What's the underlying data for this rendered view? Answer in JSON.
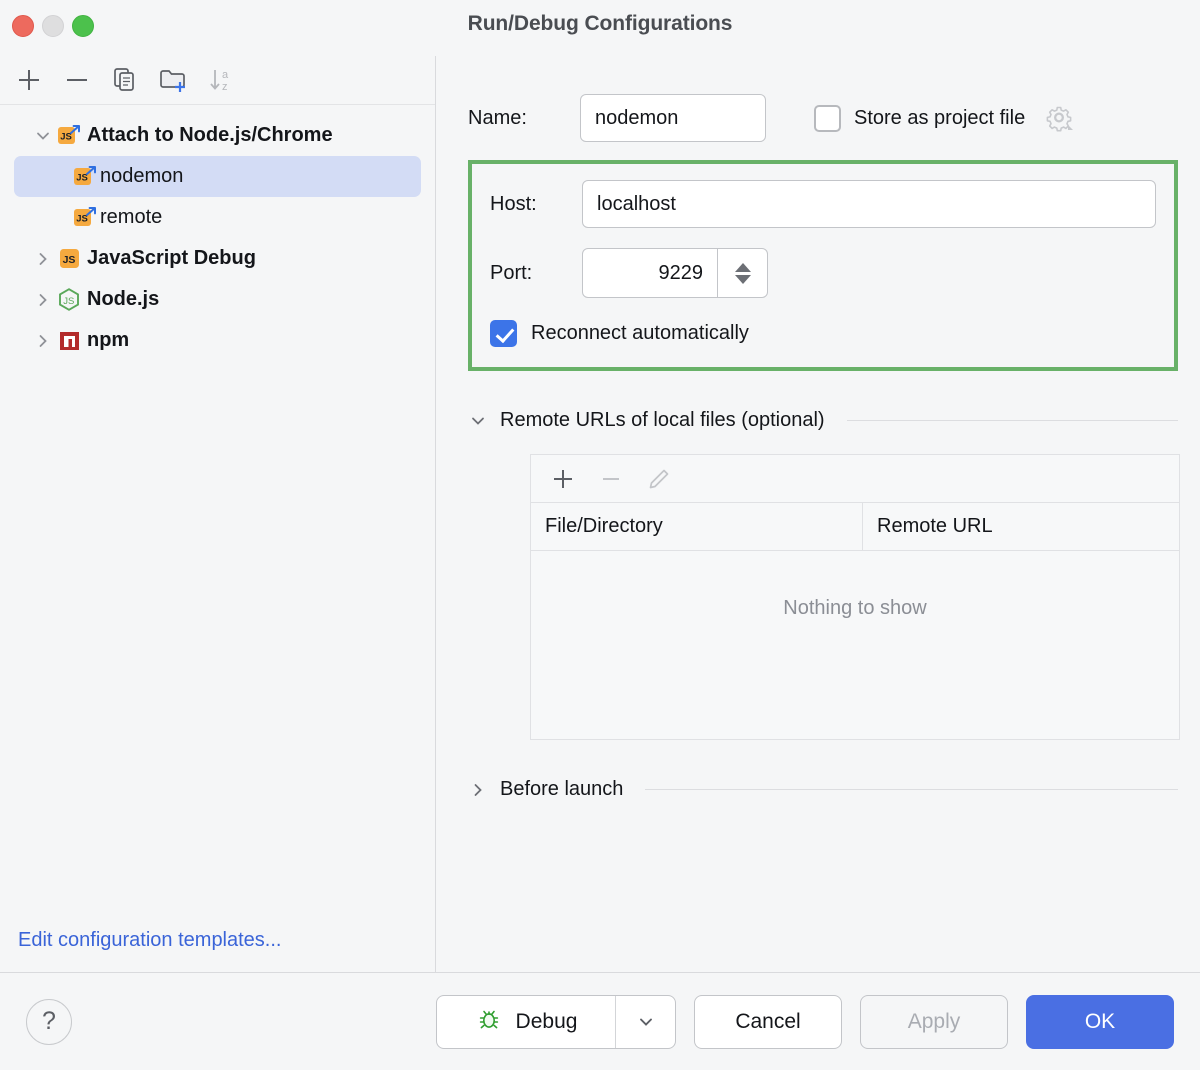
{
  "window": {
    "title": "Run/Debug Configurations",
    "traffic_lights": [
      "close-red",
      "minimize-gray",
      "zoom-green"
    ]
  },
  "sidebar": {
    "toolbar": [
      {
        "name": "add",
        "icon": "plus-icon",
        "label": "+"
      },
      {
        "name": "remove",
        "icon": "minus-icon",
        "label": "−"
      },
      {
        "name": "copy",
        "icon": "copy-icon",
        "label": "Copy Configuration"
      },
      {
        "name": "new-folder",
        "icon": "folder-add-icon",
        "label": "Create New Folder"
      },
      {
        "name": "sort",
        "icon": "sort-alphabetically-icon",
        "label": "Sort Configurations"
      }
    ],
    "tree": [
      {
        "label": "Attach to Node.js/Chrome",
        "icon": "js-attach-icon",
        "expanded": true,
        "level": 0,
        "bold": true,
        "selected": false
      },
      {
        "label": "nodemon",
        "icon": "js-attach-icon",
        "level": 1,
        "bold": false,
        "selected": true
      },
      {
        "label": "remote",
        "icon": "js-attach-icon",
        "level": 1,
        "bold": false,
        "selected": false
      },
      {
        "label": "JavaScript Debug",
        "icon": "js-icon",
        "expanded": false,
        "level": 0,
        "bold": true,
        "selected": false
      },
      {
        "label": "Node.js",
        "icon": "nodejs-icon",
        "expanded": false,
        "level": 0,
        "bold": true,
        "selected": false
      },
      {
        "label": "npm",
        "icon": "npm-icon",
        "expanded": false,
        "level": 0,
        "bold": true,
        "selected": false
      }
    ],
    "edit_templates_link": "Edit configuration templates..."
  },
  "form": {
    "name_label": "Name:",
    "name_value": "nodemon",
    "store_as_project_file_label": "Store as project file",
    "store_as_project_file_checked": false,
    "connection": {
      "host_label": "Host:",
      "host_value": "localhost",
      "port_label": "Port:",
      "port_value": "9229",
      "reconnect_label": "Reconnect automatically",
      "reconnect_checked": true,
      "highlight_color": "#68b168"
    },
    "remote_urls": {
      "section_title": "Remote URLs of local files (optional)",
      "expanded": true,
      "toolbar": [
        {
          "name": "add-mapping",
          "icon": "plus-icon",
          "enabled": true
        },
        {
          "name": "remove-mapping",
          "icon": "minus-icon",
          "enabled": false
        },
        {
          "name": "edit-mapping",
          "icon": "pencil-icon",
          "enabled": false
        }
      ],
      "columns": [
        "File/Directory",
        "Remote URL"
      ],
      "rows": [],
      "empty_text": "Nothing to show"
    },
    "before_launch": {
      "section_title": "Before launch",
      "expanded": false
    }
  },
  "footer": {
    "help_label": "?",
    "debug_label": "Debug",
    "debug_icon": "bug-icon",
    "dropdown_icon": "chevron-down-icon",
    "cancel_label": "Cancel",
    "apply_label": "Apply",
    "apply_enabled": false,
    "ok_label": "OK",
    "ok_color": "#4a6fe3"
  }
}
